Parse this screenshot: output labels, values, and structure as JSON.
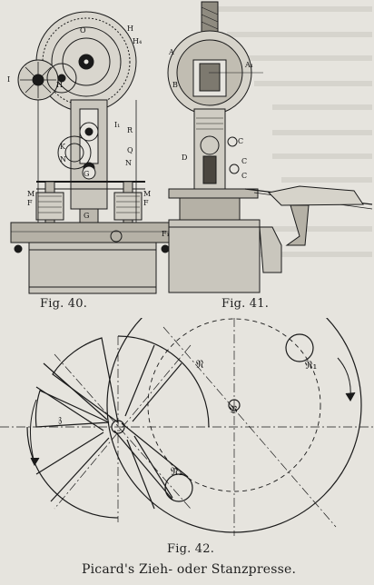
{
  "captions": {
    "fig40": "Fig. 40.",
    "fig41": "Fig. 41.",
    "fig42": "Fig. 42.",
    "title": "Picard's Zieh- oder Stanzpresse."
  },
  "fig40_labels": {
    "O": "O",
    "H": "H",
    "H4": "H₄",
    "I": "I",
    "H_small": "H",
    "I1": "I₁",
    "R": "R",
    "K": "K",
    "Q": "Q",
    "N_left": "N",
    "N_right": "N",
    "G": "G",
    "M_left": "M",
    "M_right": "M",
    "F_left": "F",
    "F_right": "F",
    "G2": "G",
    "F1": "F₁"
  },
  "fig41_labels": {
    "A": "A",
    "A1": "A₁",
    "B": "B",
    "C1": "C",
    "C2": "C",
    "D": "D",
    "C3": "C"
  },
  "fig42_labels": {
    "R": "𝔑",
    "R1_top": "𝔑₁",
    "B": "𝔅",
    "Z": "𝔷",
    "R1_bottom": "𝔑₁"
  }
}
